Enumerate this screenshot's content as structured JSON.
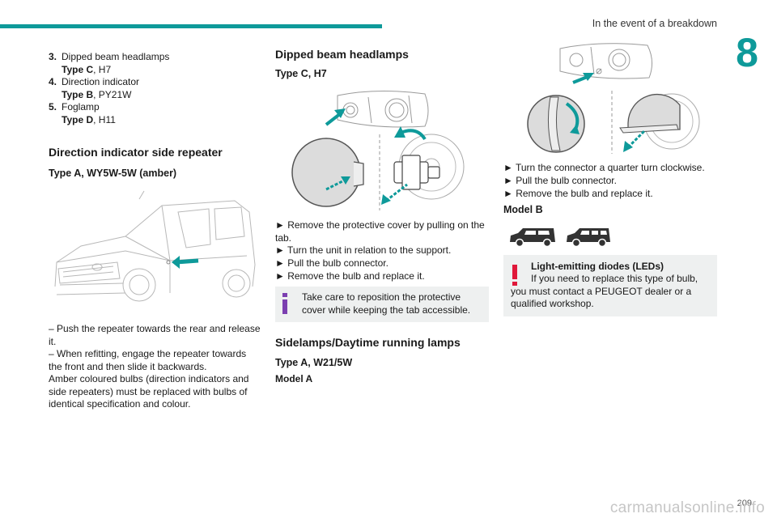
{
  "header": {
    "title": "In the event of a breakdown",
    "chapter": "8"
  },
  "bulb_list": [
    {
      "num": "3.",
      "name": "Dipped beam headlamps",
      "type_label": "Type C",
      "type_value": ", H7"
    },
    {
      "num": "4.",
      "name": "Direction indicator",
      "type_label": "Type B",
      "type_value": ", PY21W"
    },
    {
      "num": "5.",
      "name": "Foglamp",
      "type_label": "Type D",
      "type_value": ", H11"
    }
  ],
  "repeater": {
    "heading": "Direction indicator side repeater",
    "type": "Type A, WY5W-5W (amber)",
    "steps": [
      "– Push the repeater towards the rear and release it.",
      "– When refitting, engage the repeater towards the front and then slide it backwards."
    ],
    "note": "Amber coloured bulbs (direction indicators and side repeaters) must be replaced with bulbs of identical specification and colour."
  },
  "dipped": {
    "heading": "Dipped beam headlamps",
    "type": "Type C, H7",
    "steps": [
      "► Remove the protective cover by pulling on the tab.",
      "► Turn the unit in relation to the support.",
      "► Pull the bulb connector.",
      "► Remove the bulb and replace it."
    ],
    "info": "Take care to reposition the protective cover while keeping the tab accessible."
  },
  "sidelamps": {
    "heading": "Sidelamps/Daytime running lamps",
    "type": "Type A, W21/5W",
    "model_a": "Model A"
  },
  "col3": {
    "steps": [
      "► Turn the connector a quarter turn clockwise.",
      "► Pull the bulb connector.",
      "► Remove the bulb and replace it."
    ],
    "model_b": "Model B",
    "warn_title": "Light-emitting diodes (LEDs)",
    "warn_text": "If you need to replace this type of bulb, you must contact a PEUGEOT dealer or a qualified workshop."
  },
  "footer": {
    "page": "209",
    "watermark": "carmanualsonline.info"
  },
  "colors": {
    "accent": "#0e9a9a",
    "box_bg": "#eef0f0",
    "warning": "#e0183a",
    "info": "#7b3fb0"
  }
}
